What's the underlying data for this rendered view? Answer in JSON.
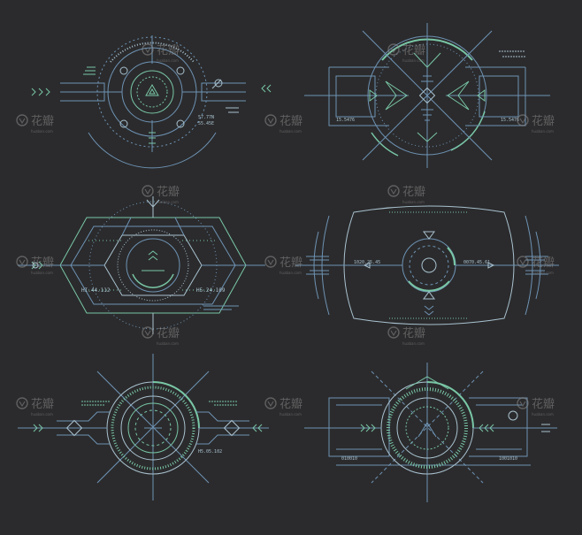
{
  "colors": {
    "background": "#2b2b2d",
    "line_blue": "#6e93b4",
    "line_green": "#79c7a6",
    "line_pale": "#a9c2cf",
    "watermark": "#8c8c8c"
  },
  "hud_panels": [
    {
      "id": "hud-1",
      "readouts": [
        "57.77N",
        "55.45E"
      ]
    },
    {
      "id": "hud-2",
      "readouts": [
        "15.5476",
        "15.5476"
      ]
    },
    {
      "id": "hud-3",
      "readouts": [
        "HI.44.112",
        "H5.24.109"
      ]
    },
    {
      "id": "hud-4",
      "readouts": [
        "1020.25.45",
        "0070.45.61"
      ]
    },
    {
      "id": "hud-5",
      "readouts": [
        "H5.05.102"
      ]
    },
    {
      "id": "hud-6",
      "readouts": [
        "010010",
        "1001010"
      ]
    }
  ],
  "watermark": {
    "brand": "花瓣",
    "domain": "huaban.com"
  }
}
